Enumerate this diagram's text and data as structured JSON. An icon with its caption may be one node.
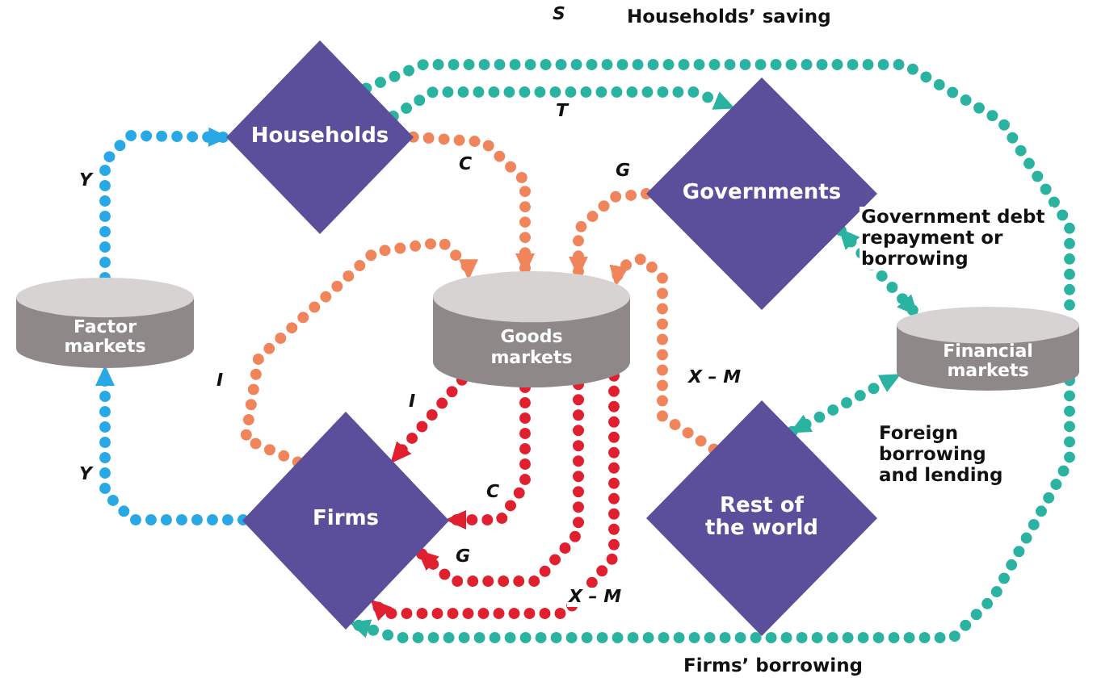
{
  "diagram": {
    "nodes": [
      {
        "text": [
          "Households"
        ]
      },
      {
        "text": [
          "Governments"
        ]
      },
      {
        "text": [
          "Factor markets"
        ]
      },
      {
        "text": [
          "Goods markets"
        ]
      },
      {
        "text": [
          "Financial markets"
        ]
      },
      {
        "text": [
          "Firms"
        ]
      },
      {
        "text": [
          "Rest of the world"
        ]
      }
    ],
    "edges": [
      {
        "from": 2,
        "to": 0,
        "arrow": "to",
        "label": "Y",
        "color": "#29a8e6"
      },
      {
        "from": 5,
        "to": 2,
        "arrow": "to",
        "label": "Y",
        "color": "#29a8e6"
      },
      {
        "from": 0,
        "to": 3,
        "arrow": "to",
        "label": "C",
        "color": "#f0845a"
      },
      {
        "from": 1,
        "to": 3,
        "arrow": "to",
        "label": "G",
        "color": "#f0845a"
      },
      {
        "from": 6,
        "to": 3,
        "arrow": "to",
        "label": "X – M",
        "color": "#f0845a"
      },
      {
        "from": 5,
        "to": 3,
        "arrow": "to",
        "label": "I",
        "color": "#f0845a"
      },
      {
        "from": 3,
        "to": 5,
        "arrow": "to",
        "label": "I",
        "color": "#e0202f"
      },
      {
        "from": 3,
        "to": 5,
        "arrow": "to",
        "label": "C",
        "color": "#e0202f"
      },
      {
        "from": 3,
        "to": 5,
        "arrow": "to",
        "label": "G",
        "color": "#e0202f"
      },
      {
        "from": 3,
        "to": 5,
        "arrow": "to",
        "label": "X – M",
        "color": "#e0202f"
      },
      {
        "from": 0,
        "to": 4,
        "arrow": "none",
        "label": "S"
      },
      {
        "from": 0,
        "to": 1,
        "arrow": "to",
        "label": "T"
      },
      {
        "from": 1,
        "to": 4,
        "arrow": "both",
        "label": "Government debt repayment or borrowing"
      },
      {
        "from": 6,
        "to": 4,
        "arrow": "both",
        "label": "Foreign borrowing and lending"
      },
      {
        "from": 4,
        "to": 5,
        "arrow": "to",
        "label": "Firms’ borrowing"
      }
    ],
    "labels": [
      "Households’ saving"
    ]
  }
}
